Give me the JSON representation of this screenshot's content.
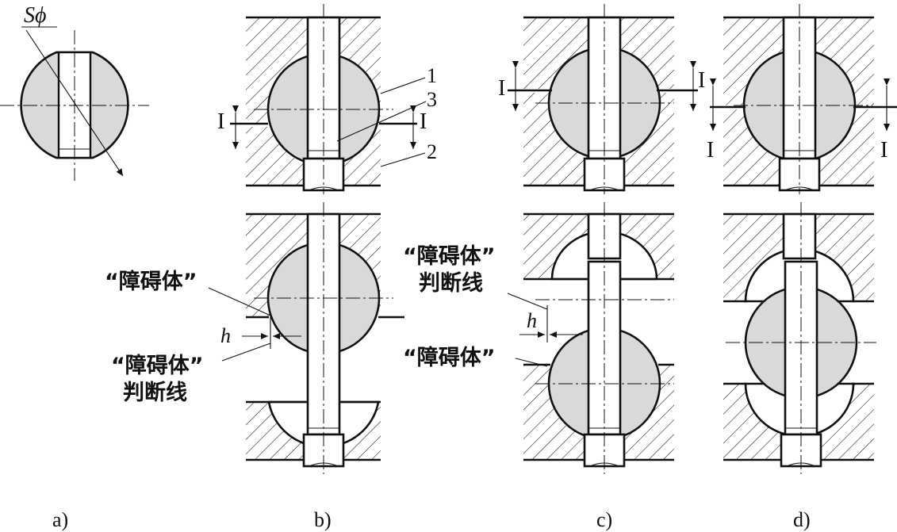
{
  "labels": {
    "diameter": "Sϕ",
    "part_1": "1",
    "part_2": "2",
    "part_3": "3",
    "section": "I",
    "obstacle": "“障碍体”",
    "line_top": "“障碍体”",
    "line_bottom": "判断线",
    "h": "h"
  },
  "panels": {
    "a": "a)",
    "b": "b)",
    "c": "c)",
    "d": "d)"
  },
  "colors": {
    "ball_fill": "#d9d9d9",
    "stroke": "#111111"
  }
}
